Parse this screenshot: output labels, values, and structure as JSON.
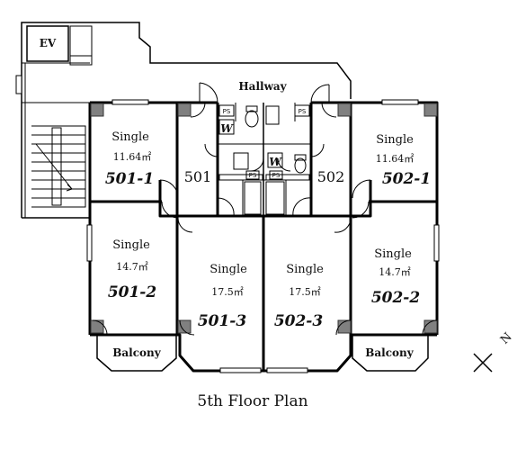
{
  "title": "5th Floor Plan",
  "elevator_label": "EV",
  "hallway_label": "Hallway",
  "balcony_label": "Balcony",
  "ps_label": "PS",
  "wc_label": "W",
  "compass_label": "N",
  "apartments": [
    {
      "id": "501",
      "label": "501"
    },
    {
      "id": "502",
      "label": "502"
    }
  ],
  "rooms": [
    {
      "number": "501-1",
      "type": "Single",
      "area": "11.64㎡"
    },
    {
      "number": "501-2",
      "type": "Single",
      "area": "14.7㎡"
    },
    {
      "number": "501-3",
      "type": "Single",
      "area": "17.5㎡"
    },
    {
      "number": "502-3",
      "type": "Single",
      "area": "17.5㎡"
    },
    {
      "number": "502-1",
      "type": "Single",
      "area": "11.64㎡"
    },
    {
      "number": "502-2",
      "type": "Single",
      "area": "14.7㎡"
    }
  ]
}
